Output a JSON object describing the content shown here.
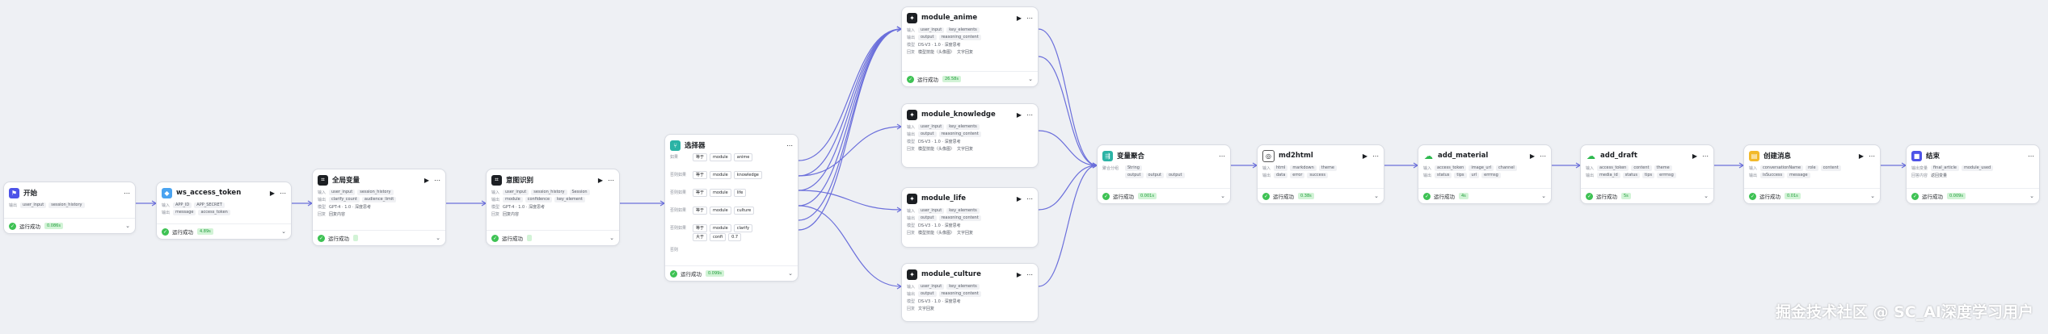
{
  "colors": {
    "primary": "#4d53e8",
    "success": "#3ec254",
    "edge": "#6b6fdb"
  },
  "status_label": "运行成功",
  "n_start": {
    "title": "开始",
    "output_label": "输出",
    "out1": "user_input",
    "out2": "session_history",
    "duration": "0.086s"
  },
  "n_token": {
    "title": "ws_access_token",
    "input_label": "输入",
    "in1": "APP_ID",
    "in2": "APP_SECRET",
    "output_label": "输出",
    "out1": "message",
    "out2": "access_token",
    "duration": "4.89s"
  },
  "n_var": {
    "title": "全局变量",
    "input_label": "输入",
    "in1": "user_input",
    "in2": "session_history",
    "output_label": "输出",
    "out1": "clarify_count",
    "out2": "audience_limit",
    "model_label": "模型",
    "model": "GPT-4 · 1.0 · 深度思考",
    "reply_label": "回复",
    "reply": "回复内容"
  },
  "n_intent": {
    "title": "意图识别",
    "input_label": "输入",
    "in1": "user_input",
    "in2": "session_history",
    "in3": "Session",
    "output_label": "输出",
    "out1": "module",
    "out2": "confidence",
    "out3": "key_element",
    "model_label": "模型",
    "model": "GPT-4 · 1.0 · 深度思考",
    "reply_label": "回复",
    "reply": "回复内容"
  },
  "n_select": {
    "title": "选择器",
    "cond_label": "如果",
    "elif_label": "否则如果",
    "else_label": "否则",
    "rows": [
      {
        "a": "module",
        "op": "等于",
        "b": "anime"
      },
      {
        "a": "module",
        "op": "等于",
        "b": "knowledge"
      },
      {
        "a": "module",
        "op": "等于",
        "b": "life"
      },
      {
        "a": "module",
        "op": "等于",
        "b": "culture"
      },
      {
        "a": "module",
        "op": "等于",
        "b": "clarify"
      },
      {
        "a": "confi",
        "op": "大于",
        "b": "0.7"
      }
    ],
    "duration": "0.099s"
  },
  "n_anime": {
    "title": "module_anime",
    "in1": "user_input",
    "in2": "key_elements",
    "out1": "output",
    "out2": "reasoning_content",
    "model": "DS-V3 · 1.0 · 深度思考",
    "skill1": "模型技能（头像图）",
    "skill2": "文字回复",
    "duration": "26.58s"
  },
  "n_know": {
    "title": "module_knowledge",
    "in1": "user_input",
    "in2": "key_elements",
    "out1": "output",
    "out2": "reasoning_content",
    "model": "DS-V3 · 1.0 · 深度思考",
    "skill1": "模型技能（头像图）",
    "skill2": "文字回复"
  },
  "n_life": {
    "title": "module_life",
    "in1": "user_input",
    "in2": "key_elements",
    "out1": "output",
    "out2": "reasoning_content",
    "model": "DS-V3 · 1.0 · 深度思考",
    "skill1": "模型技能（头像图）",
    "skill2": "文字回复"
  },
  "n_cult": {
    "title": "module_culture",
    "in1": "user_input",
    "in2": "key_elements",
    "out1": "output",
    "out2": "reasoning_content",
    "model": "DS-V3 · 1.0 · 深度思考",
    "skill2": "文字回复"
  },
  "n_merge": {
    "title": "变量聚合",
    "group_label": "聚合分组",
    "g1": "String",
    "o1": "output",
    "o2": "output",
    "o3": "output",
    "duration": "0.001s"
  },
  "n_md": {
    "title": "md2html",
    "input_label": "输入",
    "in1": "html",
    "in2": "markdown",
    "in3": "theme",
    "output_label": "输出",
    "out1": "data",
    "out2": "error",
    "out3": "success",
    "duration": "0.38s"
  },
  "n_material": {
    "title": "add_material",
    "input_label": "输入",
    "in1": "access_token",
    "in2": "image_url",
    "in3": "channel",
    "output_label": "输出",
    "out1": "status",
    "out2": "tips",
    "out3": "url",
    "out4": "errmsg",
    "duration": "4s"
  },
  "n_draft": {
    "title": "add_draft",
    "input_label": "输入",
    "in1": "access_token",
    "in2": "content",
    "in3": "theme",
    "output_label": "输出",
    "out1": "media_id",
    "out2": "status",
    "out3": "tips",
    "out4": "errmsg",
    "duration": "5s"
  },
  "n_msg": {
    "title": "创建消息",
    "input_label": "输入",
    "in1": "conversationName",
    "in2": "role",
    "in3": "content",
    "output_label": "输出",
    "out1": "isSuccess",
    "out2": "message",
    "duration": "0.01s"
  },
  "n_end": {
    "title": "结束",
    "output_label": "输出变量",
    "out1": "final_article",
    "out2": "module_used",
    "reply_label": "回答内容",
    "reply": "返回变量",
    "duration": "0.009s"
  },
  "watermark": "掘金技术社区 @ SC_AI深度学习用户"
}
